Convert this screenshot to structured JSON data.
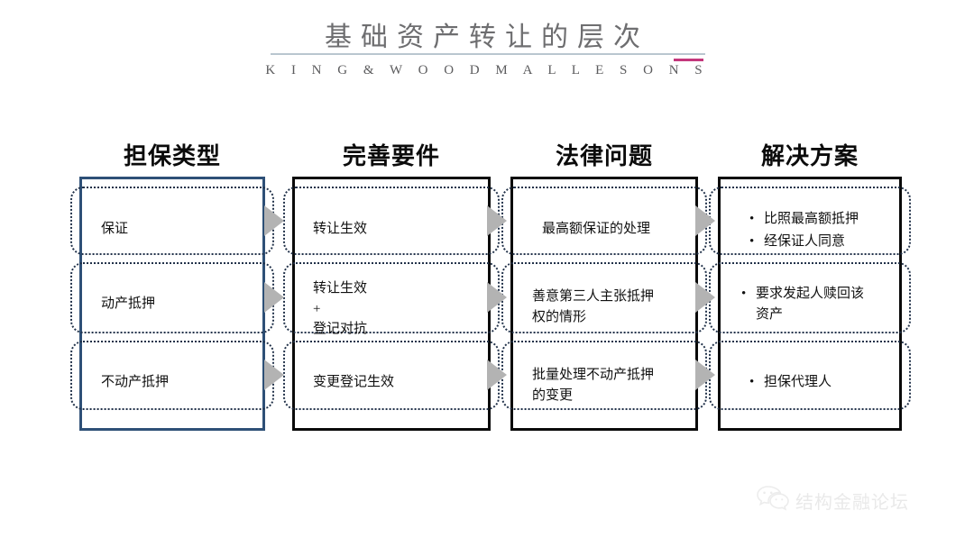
{
  "slide": {
    "title": "基础资产转让的层次",
    "firm_name": "K I N G   &   W O O D   M A L L E S O N S",
    "accent_color": "#c4377c",
    "rule_color": "#b9c6cf",
    "column1_border_color": "#2e5077",
    "other_border_color": "#0a0a0a",
    "arrow_color": "#b3b3b3"
  },
  "columns": [
    {
      "header": "担保类型",
      "cells": [
        "保证",
        "动产抵押",
        "不动产抵押"
      ]
    },
    {
      "header": "完善要件",
      "cells": [
        "转让生效",
        "转让生效\n+\n登记对抗",
        "变更登记生效"
      ]
    },
    {
      "header": "法律问题",
      "cells": [
        "最高额保证的处理",
        "善意第三人主张抵押\n权的情形",
        "批量处理不动产抵押\n的变更"
      ]
    },
    {
      "header": "解决方案",
      "bullets": [
        [
          "比照最高额抵押",
          "经保证人同意"
        ],
        [
          "要求发起人赎回该\n资产"
        ],
        [
          "担保代理人"
        ]
      ]
    }
  ],
  "watermark": {
    "text": "结构金融论坛",
    "icon": "wechat-icon"
  }
}
